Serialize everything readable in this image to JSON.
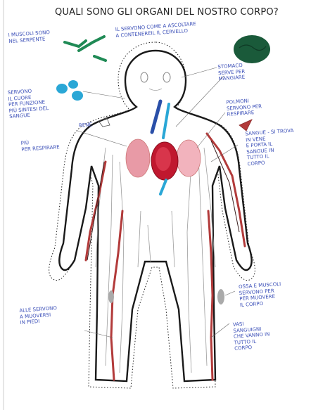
{
  "title": "QUALI SONO GLI ORGANI DEL NOSTRO CORPO?",
  "notes": {
    "muscles": "I MUSCOLI SONO\nNEL SERPENTE",
    "brain": "IL SERVONO COME A ASCOLTARE\nA CONTENEREIL IL CERVELLO",
    "kidneys": "SERVONO\nIL CUORE\nPER FUNZIONE\nPIÙ SINTESI DEL\nSANGUE",
    "stomach": "STOMACO\nSERVE PER\nMANGIARE",
    "lungs": "POLMONI\nSERVONO PER\nRESPIRARE",
    "rene": "RENE",
    "lungs2": "PIÙ\nPER RESPIRARE",
    "blood": "SANGUE - SI TROVA\nIN VENE\nE PORTA IL\nSANGUE IN\nTUTTO IL\nCORPO",
    "legs": "ALLE SERVONO\nA MUOVERSI\nIN PIEDI",
    "bones": "OSSA E MUSCOLI\nSERVONO PER\nPER MUOVERE\nIL CORPO",
    "vessels": "VASI\nSANGUIGNI\nCHE VANNO IN\nTUTTO IL\nCORPO"
  },
  "colors": {
    "vein": "#2a4fa8",
    "artery": "#b23a3a",
    "lung": "#e89aa6",
    "heart": "#c0182f",
    "muscle": "#1f8a55",
    "brain": "#1a5a3a",
    "kidney": "#2aa7d6",
    "ink": "#3b4fb8"
  }
}
